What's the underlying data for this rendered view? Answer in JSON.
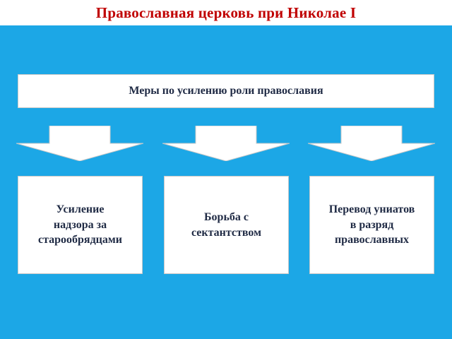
{
  "header": {
    "title": "Православная церковь при Николае I"
  },
  "diagram": {
    "main_box": "Меры по усилению роли православия",
    "children": [
      {
        "lines": [
          "Усиление",
          "надзора за",
          "старообрядцами"
        ]
      },
      {
        "lines": [
          "Борьба с",
          "сектантством"
        ]
      },
      {
        "lines": [
          "Перевод униатов",
          "в разряд",
          "православных"
        ]
      }
    ]
  },
  "colors": {
    "title": "#c00000",
    "panel_background": "#1ca7e6",
    "box_background": "#ffffff",
    "box_text": "#1f2a44"
  }
}
